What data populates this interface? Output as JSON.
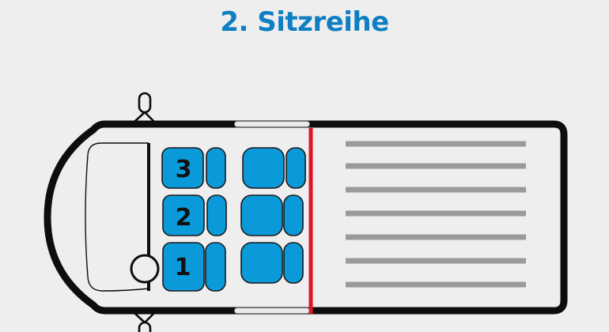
{
  "heading": {
    "title": "2. Sitzreihe"
  },
  "diagram": {
    "type": "van-seating-layout-top-view",
    "colors": {
      "seat_fill": "#0a9ad9",
      "outline": "#0d0d0d",
      "divider_line": "#e0141e",
      "cargo_lines": "#9a9a9a",
      "title": "#0f7fc3",
      "background": "#efeeee"
    },
    "seat_rows": [
      {
        "name": "front-row",
        "seats": [
          {
            "label": "3"
          },
          {
            "label": "2"
          },
          {
            "label": "1"
          }
        ]
      },
      {
        "name": "second-row",
        "highlight": "2. Sitzreihe",
        "seats": [
          {
            "label": ""
          },
          {
            "label": ""
          },
          {
            "label": ""
          }
        ]
      }
    ],
    "cargo_line_count": 7
  }
}
